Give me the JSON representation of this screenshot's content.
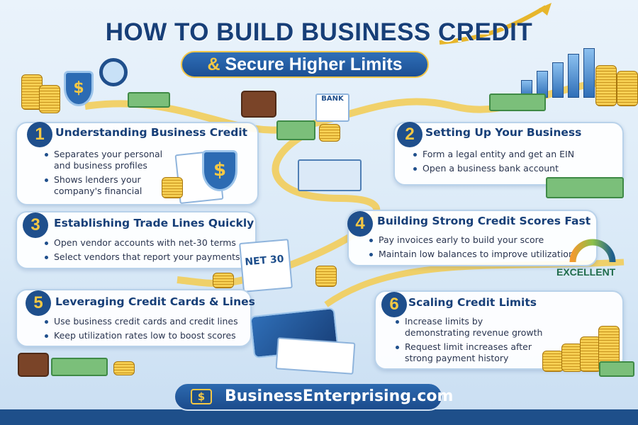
{
  "header": {
    "title": "HOW TO BUILD BUSINESS CREDIT",
    "subtitle_amp": "&",
    "subtitle": "Secure Higher Limits"
  },
  "decor": {
    "bank_label": "BANK",
    "net30_label": "NET 30",
    "gauge_label": "EXCELLENT",
    "dollar_symbol": "$"
  },
  "sections": [
    {
      "number": "1",
      "title": "Understanding Business Credit",
      "bullets": [
        "Separates your personal and business profiles",
        "Shows lenders your company's financial"
      ]
    },
    {
      "number": "2",
      "title": "Setting Up Your Business",
      "bullets": [
        "Form a legal entity and get an EIN",
        "Open a business bank account"
      ]
    },
    {
      "number": "3",
      "title": "Establishing Trade Lines Quickly",
      "bullets": [
        "Open vendor accounts with net-30 terms",
        "Select vendors that report your payments"
      ]
    },
    {
      "number": "4",
      "title": "Building Strong Credit Scores Fast",
      "bullets": [
        "Pay invoices early to build your score",
        "Maintain low balances to improve utilization"
      ]
    },
    {
      "number": "5",
      "title": "Leveraging Credit Cards & Lines",
      "bullets": [
        "Use business credit cards and credit lines",
        "Keep utilization rates low to boost scores"
      ]
    },
    {
      "number": "6",
      "title": "Scaling Credit Limits",
      "bullets": [
        "Increase limits by demonstrating revenue growth",
        "Request limit increases after strong payment history"
      ]
    }
  ],
  "footer": {
    "site": "BusinessEnterprising.com"
  },
  "colors": {
    "navy": "#173f78",
    "gold": "#f5c844",
    "blue": "#2f6fb8",
    "green": "#2e7d4f"
  }
}
